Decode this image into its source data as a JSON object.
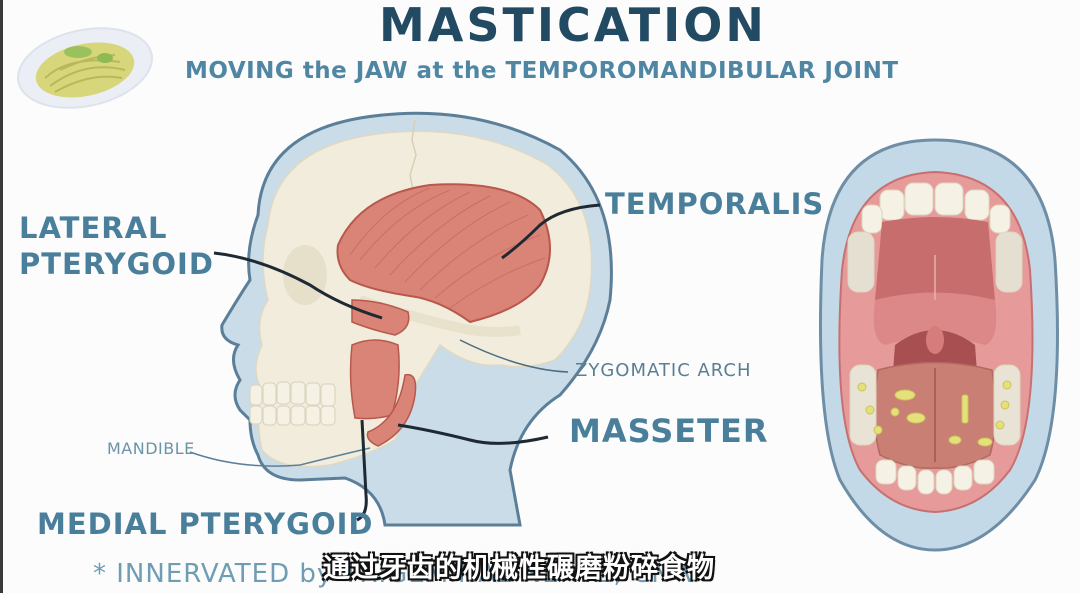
{
  "header": {
    "title": "MASTICATION",
    "subtitle": "MOVING the JAW at the TEMPOROMANDIBULAR JOINT"
  },
  "labels": {
    "lateral_pterygoid_line1": "LATERAL",
    "lateral_pterygoid_line2": "PTERYGOID",
    "temporalis": "TEMPORALIS",
    "zygomatic_arch": "ZYGOMATIC ARCH",
    "masseter": "MASSETER",
    "mandible": "MANDIBLE",
    "medial_pterygoid": "MEDIAL PTERYGOID",
    "innervated_note": "* INNERVATED by TRIGEMINAL NERVE, CN V"
  },
  "caption": {
    "text": "通过牙齿的机械性碾磨粉碎食物"
  },
  "icons": {
    "food_plate": "pasta-plate-icon",
    "head_illustration": "skull-head-side-view",
    "mouth_illustration": "open-mouth-front-view"
  },
  "colors": {
    "title": "#234a63",
    "label": "#4a7f9c",
    "skin_outline": "#5c7f99",
    "skin_fill": "#c9dce8",
    "bone": "#f1ecdc",
    "muscle": "#d98476",
    "muscle_dark": "#b8584c",
    "lip": "#c4d9e7",
    "gum": "#e69a9a",
    "tongue": "#c97f74",
    "food": "#e6e07a",
    "leader_line": "#1e2a33"
  }
}
